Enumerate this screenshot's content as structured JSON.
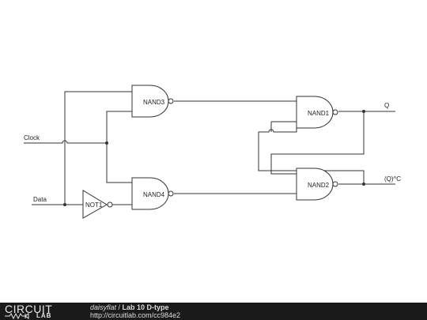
{
  "diagram": {
    "inputs": {
      "clock": "Clock",
      "data": "Data"
    },
    "outputs": {
      "q": "Q",
      "q_complement": "(Q)^C"
    },
    "gates": {
      "nand1": "NAND1",
      "nand2": "NAND2",
      "nand3": "NAND3",
      "nand4": "NAND4",
      "not1": "NOT1"
    }
  },
  "footer": {
    "logo_top": "CIRCUIT",
    "logo_bottom": "LAB",
    "author": "daisyflat",
    "separator": " / ",
    "title": "Lab 10 D-type",
    "url": "http://circuitlab.com/cc984e2"
  }
}
